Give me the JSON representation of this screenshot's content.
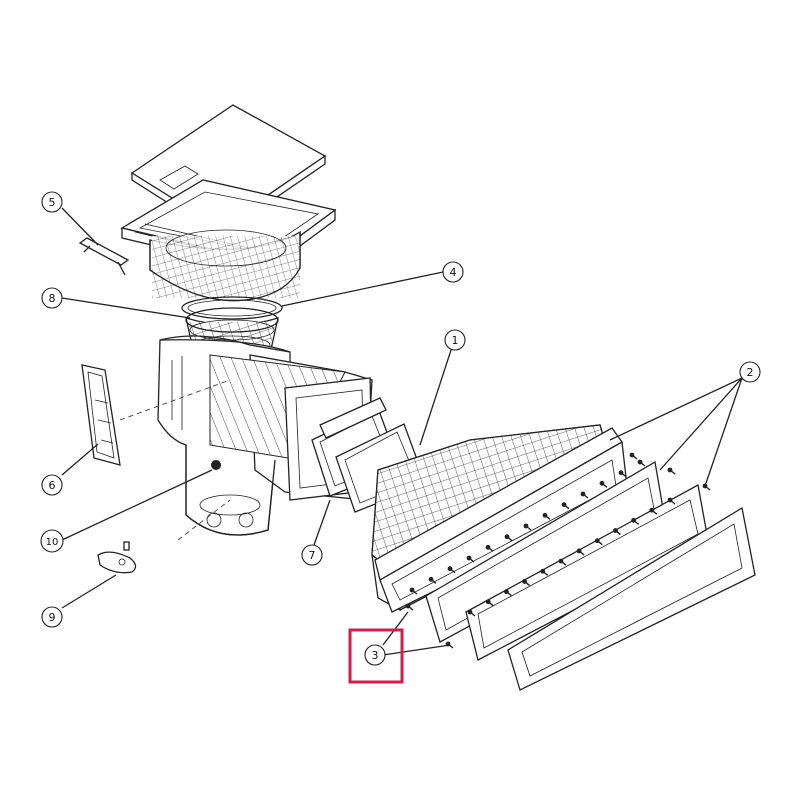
{
  "callouts": [
    {
      "id": "callout-1",
      "label": "1"
    },
    {
      "id": "callout-2",
      "label": "2"
    },
    {
      "id": "callout-3",
      "label": "3"
    },
    {
      "id": "callout-4",
      "label": "4"
    },
    {
      "id": "callout-5",
      "label": "5"
    },
    {
      "id": "callout-6",
      "label": "6"
    },
    {
      "id": "callout-7",
      "label": "7"
    },
    {
      "id": "callout-8",
      "label": "8"
    },
    {
      "id": "callout-9",
      "label": "9"
    },
    {
      "id": "callout-10",
      "label": "10"
    }
  ],
  "highlight": {
    "target": "3",
    "color": "#d81b4a"
  },
  "colors": {
    "line": "#222222",
    "background": "#ffffff"
  }
}
